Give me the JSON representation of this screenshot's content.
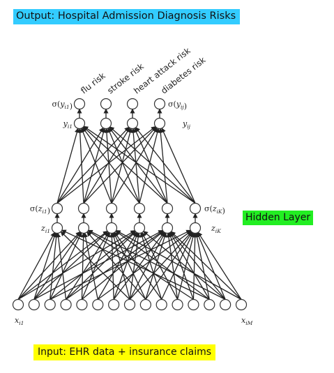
{
  "title": "Output: Hospital Admission Diagnosis Risks",
  "hidden_label": "Hidden Layer",
  "input_label": "Input: EHR data + insurance claims",
  "colors": {
    "title_bg": "#33ccff",
    "hidden_bg": "#22ee22",
    "input_bg": "#ffff00",
    "edge": "#222222"
  },
  "outputs": [
    {
      "label": "flu risk"
    },
    {
      "label": "stroke risk"
    },
    {
      "label": "heart attack risk"
    },
    {
      "label": "diabetes risk"
    }
  ],
  "math_labels": {
    "sigma_y_first": {
      "pre": "σ(",
      "base": "y",
      "sub": "i1",
      "post": ")"
    },
    "sigma_y_last": {
      "pre": "σ(",
      "base": "y",
      "sub": "ij",
      "post": ")"
    },
    "y_first": {
      "pre": "",
      "base": "y",
      "sub": "i1",
      "post": ""
    },
    "y_last": {
      "pre": "",
      "base": "y",
      "sub": "ij",
      "post": ""
    },
    "sigma_z_first": {
      "pre": "σ(",
      "base": "z",
      "sub": "i1",
      "post": ")"
    },
    "sigma_z_last": {
      "pre": "σ(",
      "base": "z",
      "sub": "iK",
      "post": ")"
    },
    "z_first": {
      "pre": "",
      "base": "z",
      "sub": "i1",
      "post": ""
    },
    "z_last": {
      "pre": "",
      "base": "z",
      "sub": "iK",
      "post": ""
    },
    "x_first": {
      "pre": "",
      "base": "x",
      "sub": "i1",
      "post": ""
    },
    "x_last": {
      "pre": "",
      "base": "x",
      "sub": "iM",
      "post": ""
    }
  },
  "network": {
    "output_nodes": 4,
    "hidden_nodes": 6,
    "input_nodes": 15
  }
}
